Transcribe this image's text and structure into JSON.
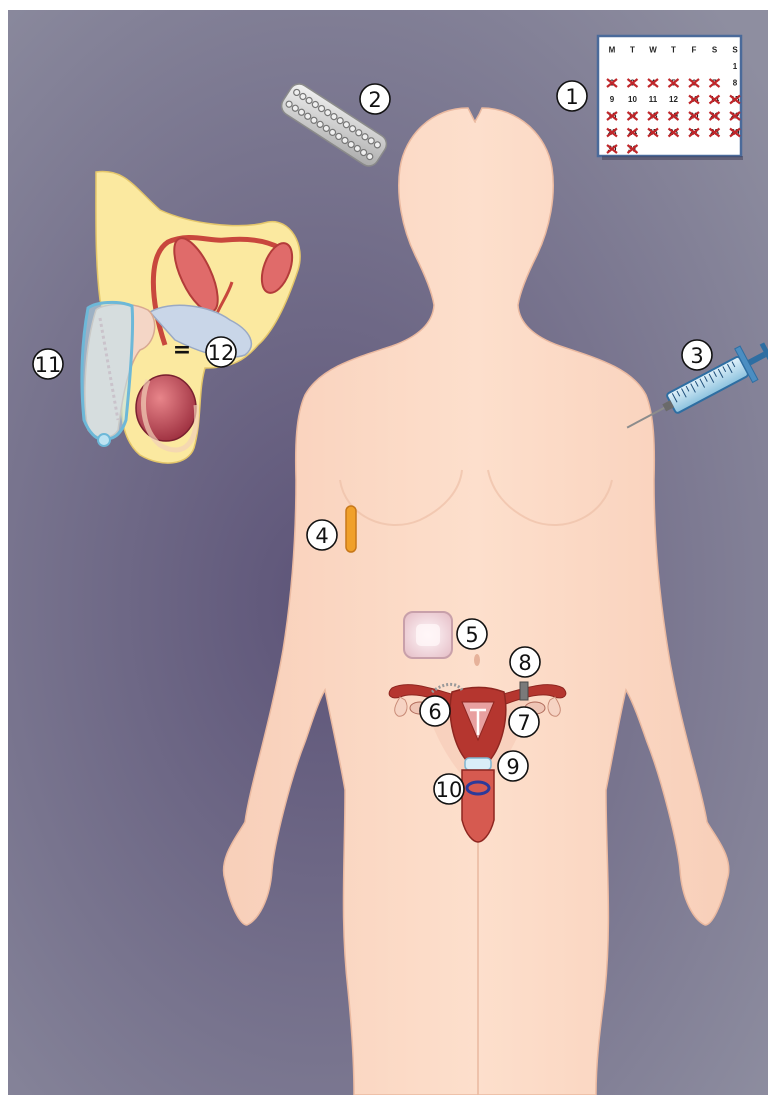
{
  "colors": {
    "background_outer": "#8e8ea0",
    "background_center": "#5d5478",
    "skin": "#fbd9c4",
    "skin_outline": "#eab9a0",
    "organ_red": "#b5362f",
    "calendar_cross": "#c0262a",
    "label_circle_fill": "#ffffff",
    "device_orange": "#f0a02a",
    "patch_pink": "#f2d8dc",
    "ring_blue": "#2c3a9a"
  },
  "labels": {
    "n1": "1",
    "n2": "2",
    "n3": "3",
    "n4": "4",
    "n5": "5",
    "n6": "6",
    "n7": "7",
    "n8": "8",
    "n9": "9",
    "n10": "10",
    "n11": "11",
    "n12": "12",
    "equals": "="
  },
  "calendar": {
    "days_header": [
      "M",
      "T",
      "W",
      "T",
      "F",
      "S",
      "S"
    ],
    "rows": [
      [
        "",
        "",
        "",
        "",
        "",
        "",
        "1"
      ],
      [
        "2",
        "3",
        "4",
        "5",
        "6",
        "7",
        "8"
      ],
      [
        "9",
        "10",
        "11",
        "12",
        "13",
        "14",
        "15"
      ],
      [
        "16",
        "17",
        "18",
        "19",
        "20",
        "21",
        "22"
      ],
      [
        "23",
        "24",
        "25",
        "26",
        "27",
        "28",
        "29"
      ],
      [
        "30",
        "31",
        "",
        "",
        "",
        "",
        ""
      ]
    ],
    "crossed": [
      [
        false,
        false,
        false,
        false,
        false,
        false,
        false
      ],
      [
        true,
        true,
        true,
        true,
        true,
        true,
        false
      ],
      [
        false,
        false,
        false,
        false,
        true,
        true,
        true
      ],
      [
        true,
        true,
        true,
        true,
        true,
        true,
        true
      ],
      [
        true,
        true,
        true,
        true,
        true,
        true,
        true
      ],
      [
        true,
        true,
        false,
        false,
        false,
        false,
        false
      ]
    ]
  },
  "icons": {
    "calendar": "calendar-icon",
    "pill_pack": "pill-pack-icon",
    "syringe": "syringe-icon",
    "implant": "implant-rod-icon",
    "patch": "patch-icon",
    "iud": "iud-icon",
    "condom": "condom-icon",
    "ring": "vaginal-ring-icon"
  }
}
